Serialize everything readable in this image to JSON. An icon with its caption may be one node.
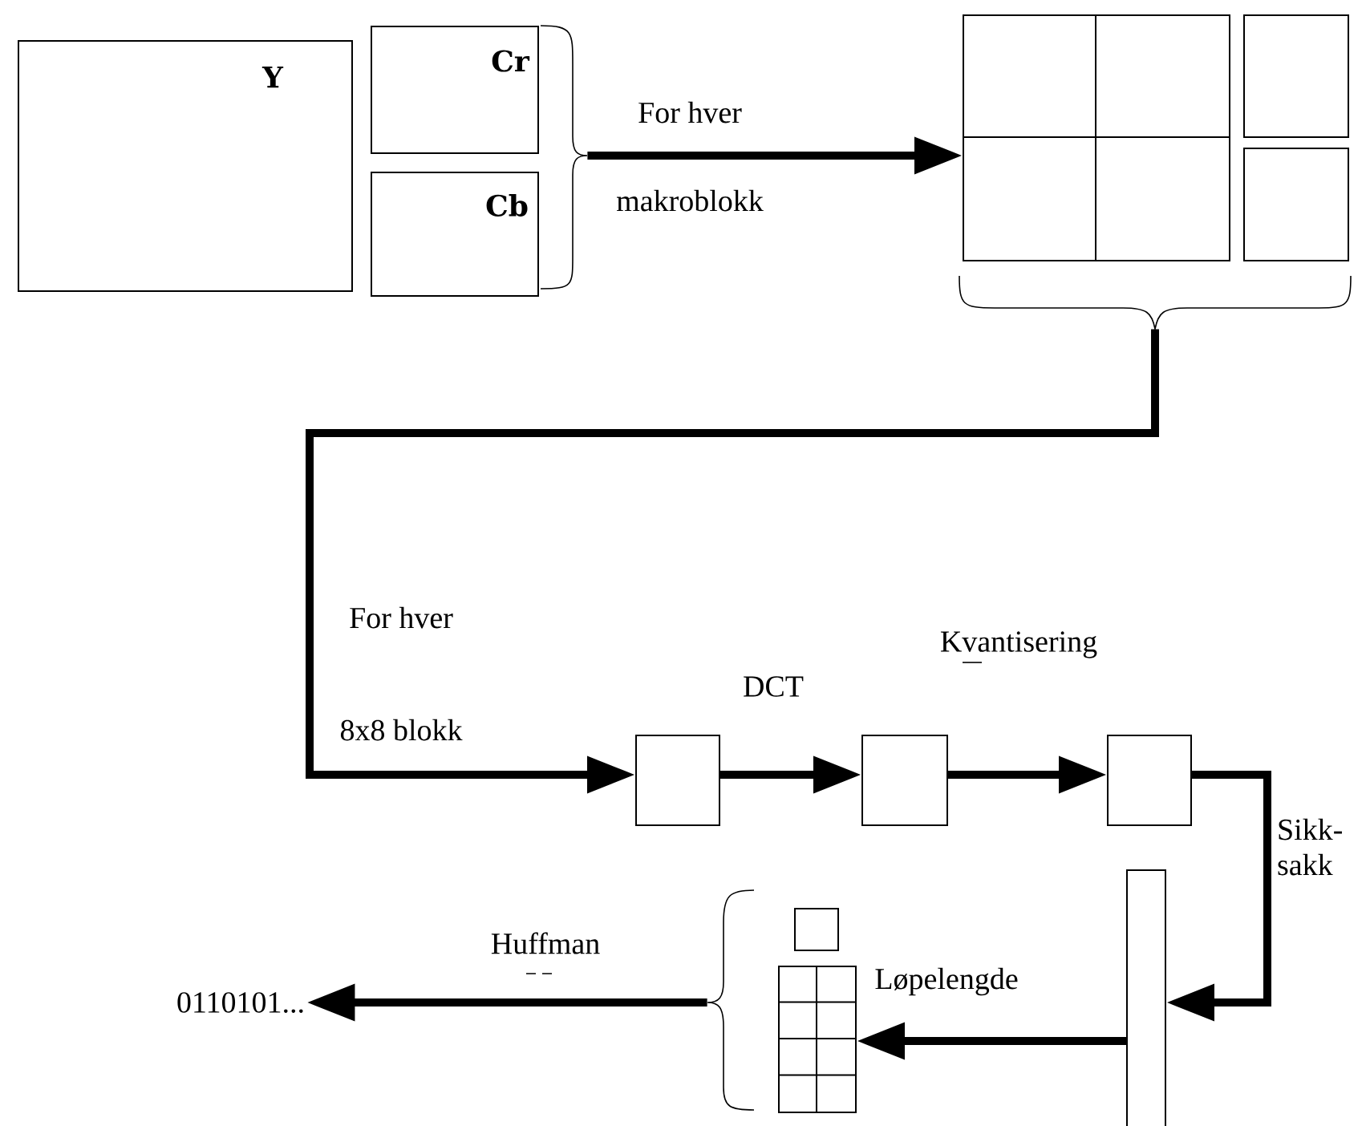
{
  "diagram": {
    "nodes": [
      {
        "text": [
          "Y"
        ]
      },
      {
        "text": [
          "Cr"
        ]
      },
      {
        "text": [
          "Cb"
        ]
      },
      {
        "text": [],
        "shape": "grid"
      },
      {
        "text": [],
        "shape": "box"
      },
      {
        "text": [],
        "shape": "box"
      },
      {
        "text": [],
        "shape": "box"
      },
      {
        "text": [],
        "shape": "box"
      },
      {
        "text": [],
        "shape": "box"
      },
      {
        "text": [],
        "shape": "bar"
      },
      {
        "text": [],
        "shape": "box"
      },
      {
        "text": [],
        "shape": "grid"
      },
      {
        "text": [
          "0110101..."
        ]
      },
      {
        "text": [],
        "shape": "brace"
      },
      {
        "text": [],
        "shape": "brace"
      },
      {
        "text": [],
        "shape": "brace"
      }
    ],
    "edges": [
      {
        "from": 13,
        "to": 3,
        "arrow": "to",
        "label": "For hver"
      },
      {
        "from": 14,
        "to": 6,
        "arrow": "to",
        "label": "For hver"
      },
      {
        "from": 6,
        "to": 7,
        "arrow": "to",
        "label": "DCT"
      },
      {
        "from": 7,
        "to": 8,
        "arrow": "to",
        "label": "Kvantisering"
      },
      {
        "from": 8,
        "to": 9,
        "arrow": "to",
        "label": "Sikk- sakk"
      },
      {
        "from": 9,
        "to": 11,
        "arrow": "to",
        "label": "Løpelengde"
      },
      {
        "from": 15,
        "to": 12,
        "arrow": "to",
        "label": "Huffman"
      }
    ],
    "labels": [
      "makroblokk",
      "8x8 blokk"
    ]
  }
}
